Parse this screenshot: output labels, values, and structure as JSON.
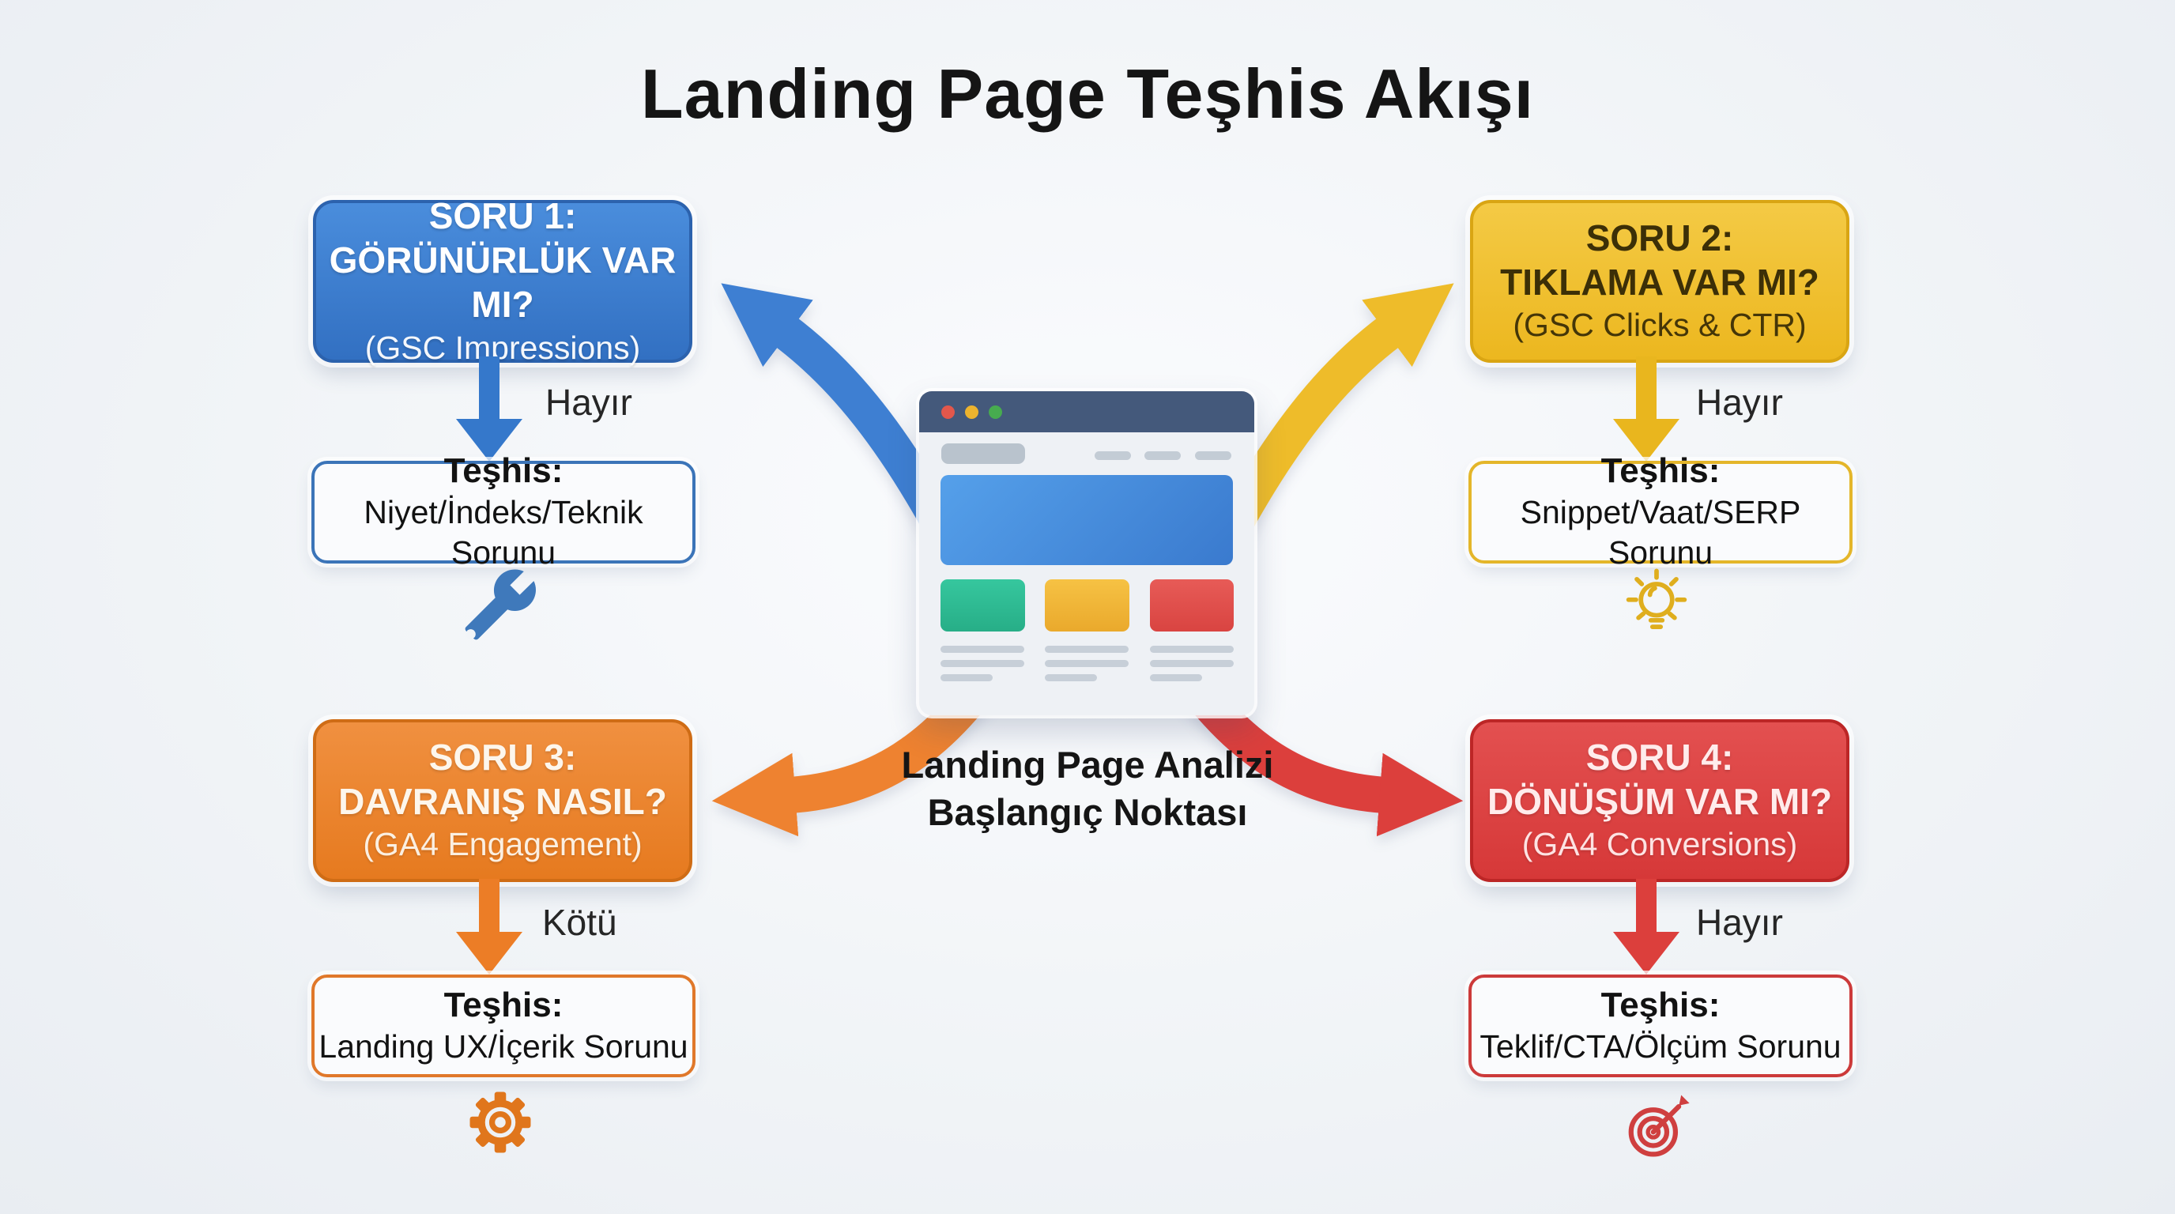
{
  "title": "Landing Page Teşhis Akışı",
  "center": {
    "caption_line1": "Landing Page Analizi",
    "caption_line2": "Başlangıç Noktası",
    "browser_dot_colors": [
      "#e2574c",
      "#edb32e",
      "#47ab4f"
    ],
    "hero_color": "#4a90e2",
    "card_colors": [
      "#2fbf96",
      "#f2b93c",
      "#e05150"
    ]
  },
  "branches": [
    {
      "question_title": "SORU 1:",
      "question_main": "GÖRÜNÜRLÜK VAR MI?",
      "question_sub": "(GSC Impressions)",
      "edge_label": "Hayır",
      "diagnosis_title": "Teşhis:",
      "diagnosis_text": "Niyet/İndeks/Teknik Sorunu",
      "icon": "wrench-icon",
      "color": "#3b7fd4"
    },
    {
      "question_title": "SORU 2:",
      "question_main": "TIKLAMA VAR MI?",
      "question_sub": "(GSC Clicks & CTR)",
      "edge_label": "Hayır",
      "diagnosis_title": "Teşhis:",
      "diagnosis_text": "Snippet/Vaat/SERP Sorunu",
      "icon": "lightbulb-icon",
      "color": "#eec33d"
    },
    {
      "question_title": "SORU 3:",
      "question_main": "DAVRANIŞ NASIL?",
      "question_sub": "(GA4 Engagement)",
      "edge_label": "Kötü",
      "diagnosis_title": "Teşhis:",
      "diagnosis_text": "Landing UX/İçerik Sorunu",
      "icon": "gear-icon",
      "color": "#ee8632"
    },
    {
      "question_title": "SORU 4:",
      "question_main": "DÖNÜŞÜM VAR MI?",
      "question_sub": "(GA4 Conversions)",
      "edge_label": "Hayır",
      "diagnosis_title": "Teşhis:",
      "diagnosis_text": "Teklif/CTA/Ölçüm Sorunu",
      "icon": "target-icon",
      "color": "#dd4744"
    }
  ]
}
